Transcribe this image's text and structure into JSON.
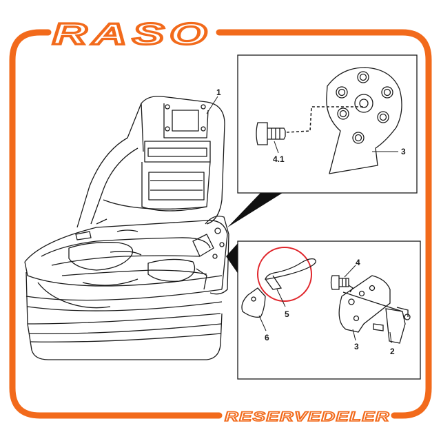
{
  "brand": {
    "name": "RASO",
    "tagline": "RESERVEDELER",
    "accent_color": "#f26a1b",
    "ink_color": "#1a1a1a"
  },
  "diagram": {
    "callouts": {
      "seat": "1",
      "plate_top": "3",
      "bolt_top": "4.1",
      "bolt_bottom": "4",
      "lever": "5",
      "cover": "6",
      "plate_bottom": "3",
      "bracket": "2"
    },
    "highlight_color": "#e0252b"
  }
}
